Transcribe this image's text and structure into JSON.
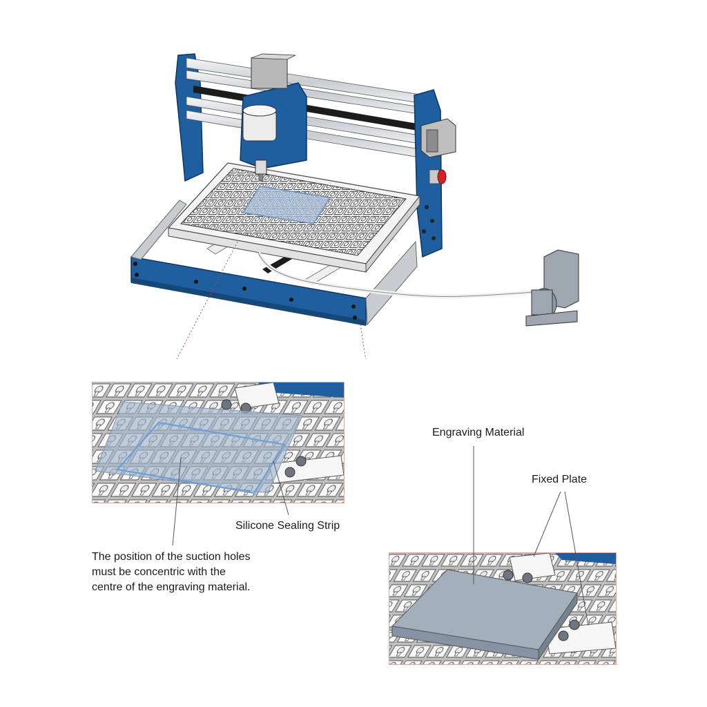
{
  "diagram": {
    "title": "CNC engraving machine with vacuum suction table",
    "colors": {
      "frame_blue": "#1f5fa0",
      "frame_blue_dark": "#154778",
      "aluminum": "#d9dce0",
      "table_white": "#f2f2f2",
      "grid_gray": "#7a7d82",
      "sealing_blue": "#7fa9d8",
      "material_gray": "#a3afbd",
      "material_side": "#8593a4",
      "stop_red": "#d42027",
      "leader_line": "#555555",
      "callout_dash": "#b04848",
      "inset_border": "#d8a8a8"
    },
    "components": {
      "machine": "cnc-router",
      "spindle": "spindle-motor",
      "stepper_top": "stepper-motor-x",
      "stepper_side": "stepper-motor-y",
      "emergency_stop": "emergency-stop-button",
      "vacuum_table": "vacuum-suction-table",
      "pump": "vacuum-pump",
      "hose": "vacuum-hose"
    },
    "insets": [
      {
        "id": "inset-sealing",
        "description": "Close-up of silicone sealing strip on suction grid"
      },
      {
        "id": "inset-material",
        "description": "Close-up of engraving material held by fixed plates"
      }
    ],
    "labels": {
      "silicone_sealing_strip": "Silicone Sealing Strip",
      "suction_note_line1": "The position of the suction holes",
      "suction_note_line2": "must be concentric with the",
      "suction_note_line3": "centre of the engraving material.",
      "engraving_material": "Engraving Material",
      "fixed_plate": "Fixed Plate"
    }
  }
}
